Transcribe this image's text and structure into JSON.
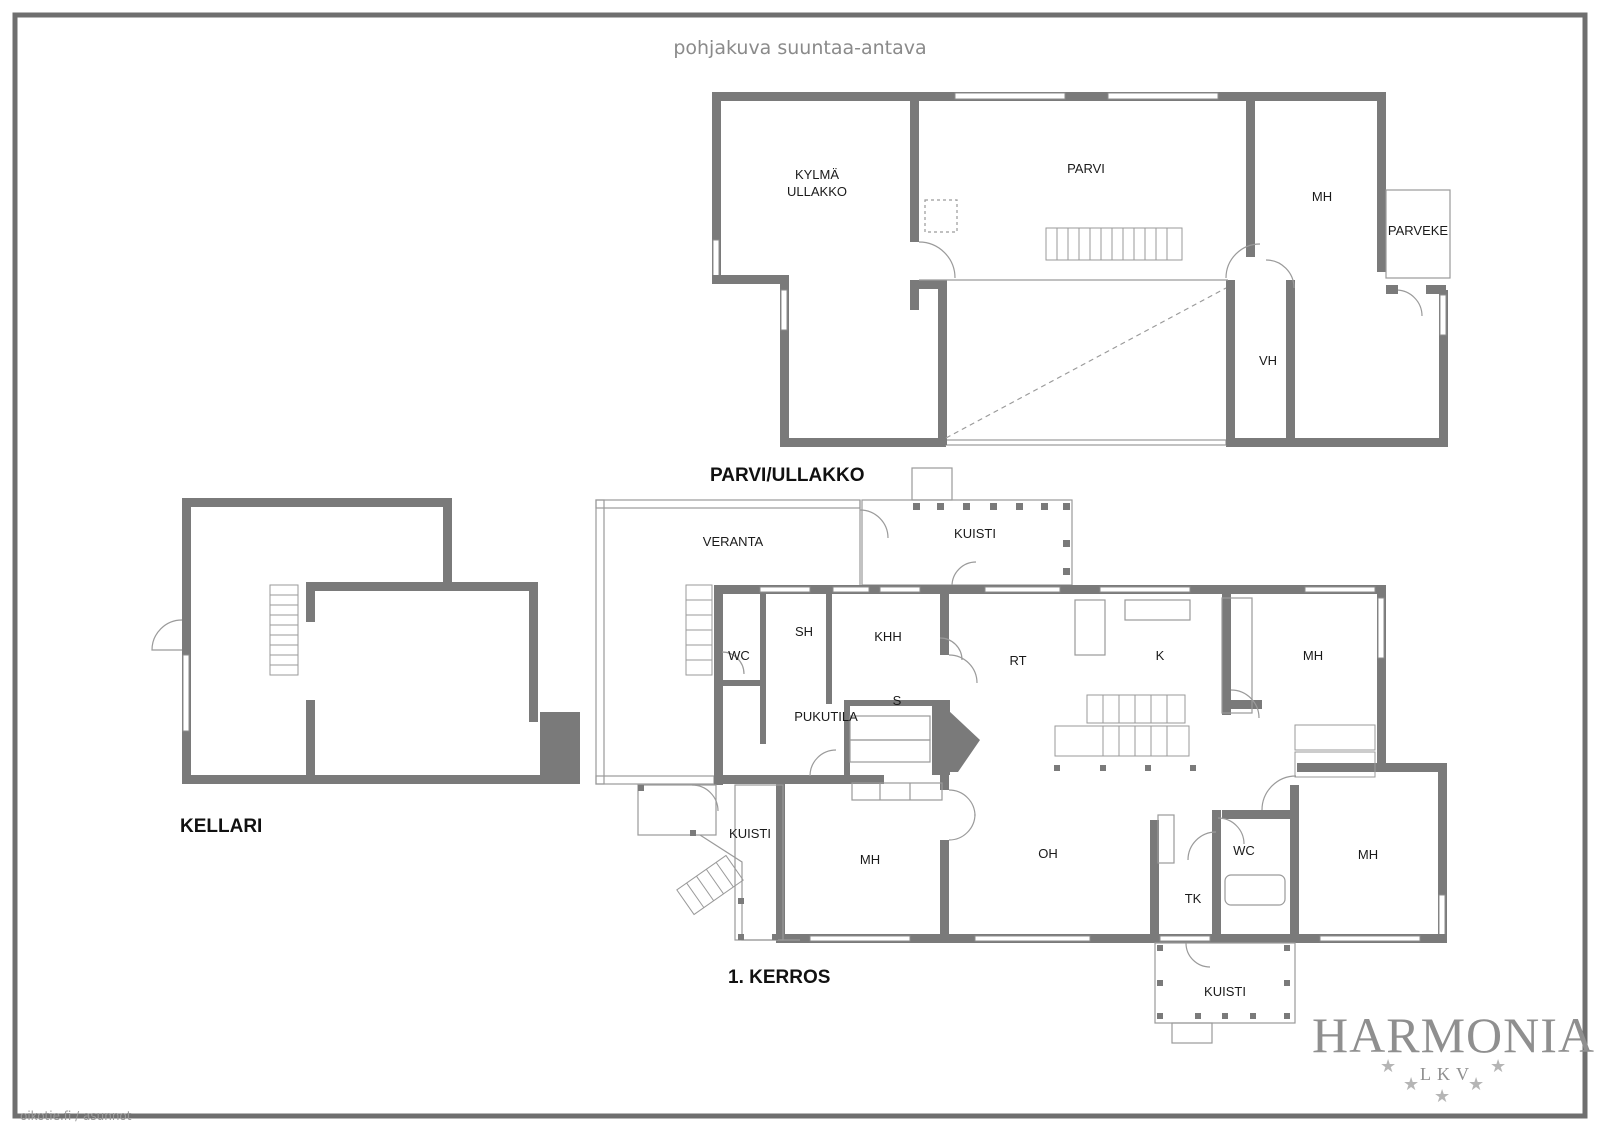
{
  "header": {
    "note": "pohjakuva suuntaa-antava"
  },
  "floors": {
    "attic": {
      "title": "PARVI/ULLAKKO",
      "rooms": {
        "kylma_ullakko_1": "KYLMÄ",
        "kylma_ullakko_2": "ULLAKKO",
        "parvi": "PARVI",
        "mh": "MH",
        "parveke": "PARVEKE",
        "vh": "VH"
      }
    },
    "basement": {
      "title": "KELLARI"
    },
    "first": {
      "title": "1. KERROS",
      "rooms": {
        "veranta": "VERANTA",
        "kuisti_top": "KUISTI",
        "sh": "SH",
        "wc_left": "WC",
        "khh": "KHH",
        "rt": "RT",
        "k": "K",
        "mh_right_top": "MH",
        "s": "S",
        "pukutila": "PUKUTILA",
        "kuisti_left": "KUISTI",
        "mh_left": "MH",
        "oh": "OH",
        "wc_right": "WC",
        "tk": "TK",
        "mh_right_bottom": "MH",
        "kuisti_bottom": "KUISTI"
      }
    }
  },
  "brand": {
    "name": "HARMONIA",
    "sub": "LKV",
    "stars": "★"
  },
  "watermark": "oikotie.fi / asunnot"
}
